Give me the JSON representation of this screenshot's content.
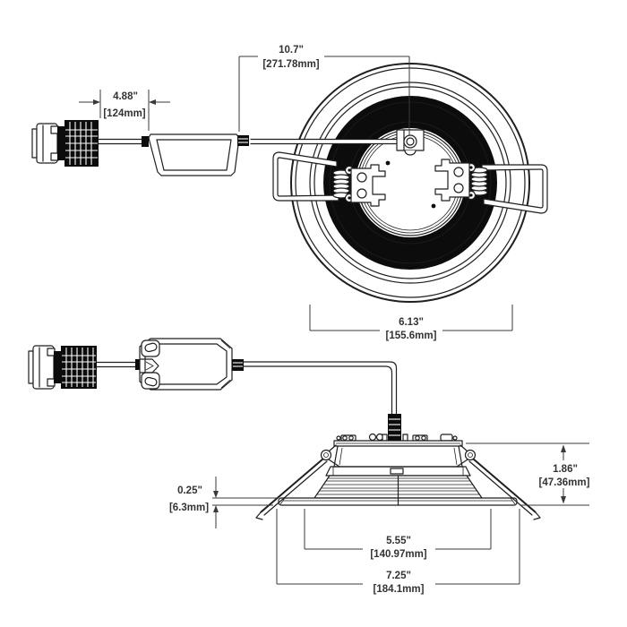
{
  "drawing": {
    "type": "recessed-downlight-dimensional-drawing",
    "dimensions": {
      "cable_span": {
        "inches": "10.7\"",
        "mm": "[271.78mm]"
      },
      "plug_section": {
        "inches": "4.88\"",
        "mm": "[124mm]"
      },
      "housing_diameter": {
        "inches": "6.13\"",
        "mm": "[155.6mm]"
      },
      "recess_height": {
        "inches": "1.86\"",
        "mm": "[47.36mm]"
      },
      "flange_thickness": {
        "inches": "0.25\"",
        "mm": "[6.3mm]"
      },
      "baffle_diameter": {
        "inches": "5.55\"",
        "mm": "[140.97mm]"
      },
      "trim_diameter": {
        "inches": "7.25\"",
        "mm": "[184.1mm]"
      }
    },
    "colors": {
      "line": "#1f1f1f",
      "text": "#333333",
      "background": "#ffffff",
      "solid_fill": "#0c0c0c"
    }
  }
}
